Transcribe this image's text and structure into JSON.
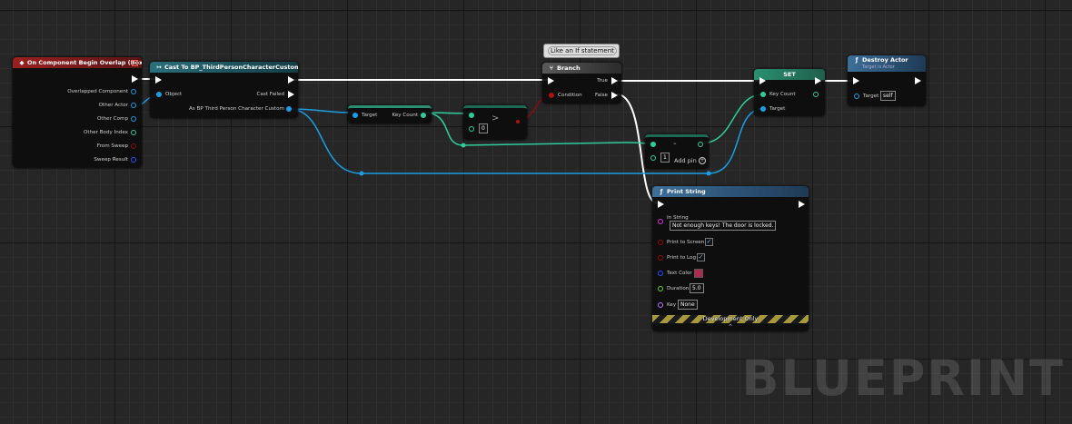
{
  "comment": "Like an If statement",
  "watermark": "BLUEPRINT",
  "colors": {
    "exec": "#ffffff",
    "object": "#1a9fe6",
    "int": "#2ecc9b",
    "bool": "#8c0b0b",
    "string": "#e030d8",
    "struct": "#2a4aff",
    "event_header": "#8a1c1c",
    "cast_header": "#1d5d6a",
    "func_header": "#2e4f6e",
    "text_color_swatch": "#b0284f"
  },
  "event_node": {
    "title": "On Component Begin Overlap (Box)",
    "pins": [
      "Overlapped Component",
      "Other Actor",
      "Other Comp",
      "Other Body Index",
      "From Sweep",
      "Sweep Result"
    ]
  },
  "cast_node": {
    "title": "Cast To BP_ThirdPersonCharacterCustom",
    "object_label": "Object",
    "cast_failed": "Cast Failed",
    "as_label": "As BP Third Person Character Custom"
  },
  "get_key_count": {
    "target": "Target",
    "output": "Key Count"
  },
  "compare_node": {
    "operator": ">",
    "value": "0"
  },
  "branch_node": {
    "title": "Branch",
    "condition": "Condition",
    "true_label": "True",
    "false_label": "False"
  },
  "subtract_node": {
    "operator": "-",
    "value": "1",
    "add_pin": "Add pin"
  },
  "set_node": {
    "title": "SET",
    "key_count": "Key Count",
    "target": "Target"
  },
  "destroy_node": {
    "title": "Destroy Actor",
    "subtitle": "Target is Actor",
    "target": "Target",
    "target_value": "self"
  },
  "print_node": {
    "title": "Print String",
    "in_string": "In String",
    "in_string_value": "Not enough keys! The door is locked.",
    "print_to_screen": "Print to Screen",
    "print_to_log": "Print to Log",
    "text_color": "Text Color",
    "duration": "Duration",
    "duration_value": "5.0",
    "key": "Key",
    "key_value": "None",
    "footer": "Development Only",
    "checkbox_mark": "✓"
  }
}
